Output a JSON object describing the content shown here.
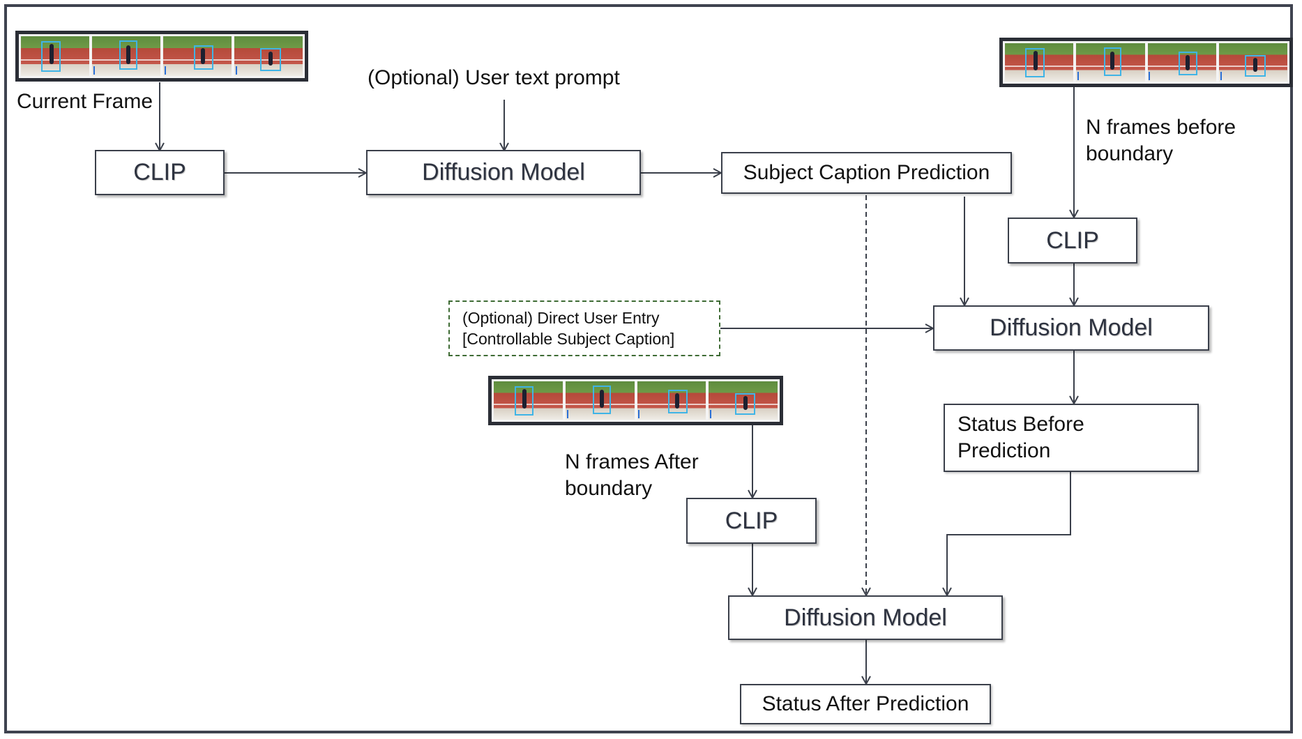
{
  "labels": {
    "current_frame": "Current Frame",
    "user_text_prompt": "(Optional) User text prompt",
    "n_frames_before": "N frames before\nboundary",
    "n_frames_after": "N frames After\nboundary"
  },
  "boxes": {
    "clip_1": "CLIP",
    "diffusion_1": "Diffusion Model",
    "subject_caption": "Subject Caption Prediction",
    "clip_2": "CLIP",
    "diffusion_2": "Diffusion Model",
    "direct_user_entry": "(Optional) Direct User Entry\n [Controllable Subject Caption]",
    "status_before": "Status  Before\nPrediction",
    "clip_3": "CLIP",
    "diffusion_3": "Diffusion Model",
    "status_after": "Status  After Prediction"
  },
  "frame_strips": [
    {
      "name": "current-frame-strip",
      "thumbnail_count": 4
    },
    {
      "name": "frames-before-strip",
      "thumbnail_count": 4
    },
    {
      "name": "frames-after-strip",
      "thumbnail_count": 4
    }
  ],
  "colors": {
    "border": "#3a3f4a",
    "dashed_border": "#3e6b34",
    "connector": "#3a3f4a",
    "thumbnail_bbox": "#3fb4e6"
  }
}
